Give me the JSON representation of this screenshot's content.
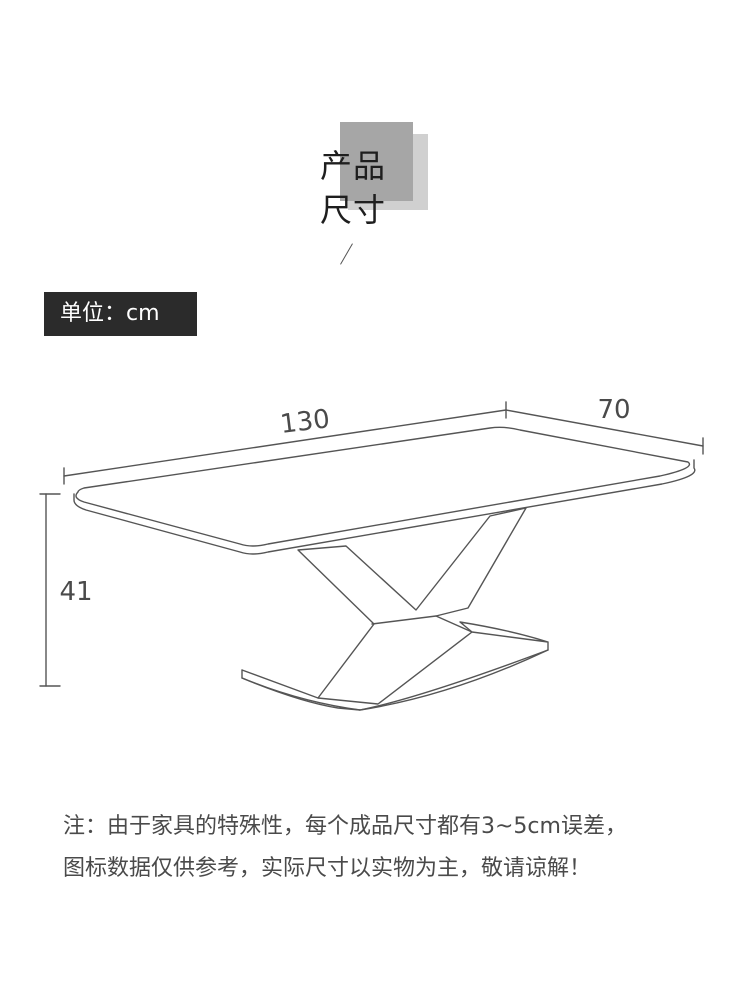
{
  "section_title": {
    "line1": "产品",
    "line2": "尺寸"
  },
  "unit": {
    "label": "单位：cm"
  },
  "dimensions": {
    "length": "130",
    "width": "70",
    "height": "41"
  },
  "note": {
    "line1": "注：由于家具的特殊性，每个成品尺寸都有3~5cm误差，",
    "line2": "图标数据仅供参考，实际尺寸以实物为主，敬请谅解！"
  },
  "colors": {
    "badge_bg": "#2b2b2b",
    "square_light": "#d0d0d0",
    "square_dark": "#a6a6a6",
    "line": "#555555"
  },
  "icons": {
    "table_drawing": "table-line-drawing-icon"
  }
}
